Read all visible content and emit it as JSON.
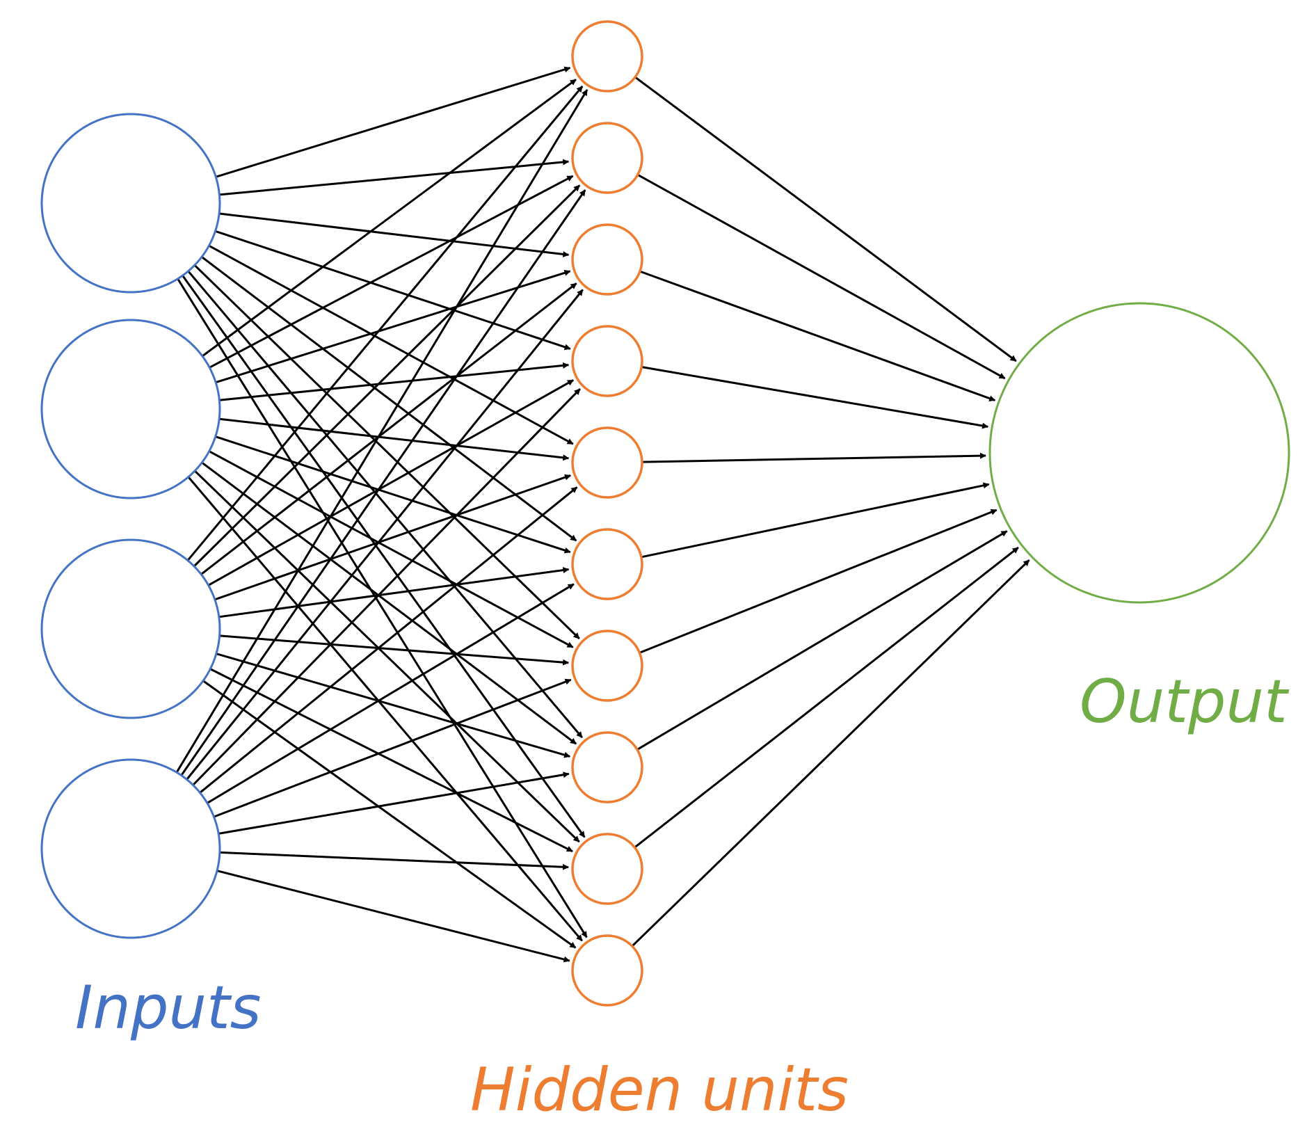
{
  "layers": {
    "inputs": {
      "label": "Inputs",
      "count": 4,
      "color": "#4472C4"
    },
    "hidden": {
      "label": "Hidden units",
      "count": 10,
      "color": "#ED7D31"
    },
    "output": {
      "label": "Output",
      "count": 1,
      "color": "#70AD47"
    }
  },
  "edge_color": "#000000",
  "connectivity": "fully-connected"
}
